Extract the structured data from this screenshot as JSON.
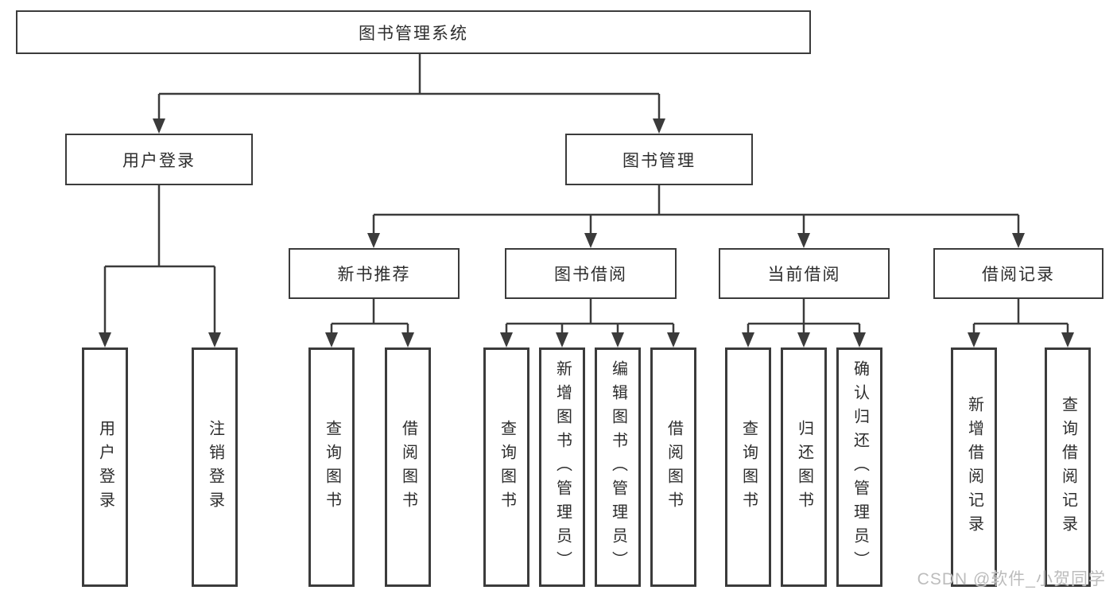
{
  "root": {
    "label": "图书管理系统"
  },
  "level2": {
    "user_login": {
      "label": "用户登录"
    },
    "book_management": {
      "label": "图书管理"
    }
  },
  "user_login_children": [
    {
      "label": "用户登录"
    },
    {
      "label": "注销登录"
    }
  ],
  "modules": [
    {
      "label": "新书推荐",
      "children": [
        {
          "label": "查询图书"
        },
        {
          "label": "借阅图书"
        }
      ]
    },
    {
      "label": "图书借阅",
      "children": [
        {
          "label": "查询图书"
        },
        {
          "label": "新增图书（管理员）"
        },
        {
          "label": "编辑图书（管理员）"
        },
        {
          "label": "借阅图书"
        }
      ]
    },
    {
      "label": "当前借阅",
      "children": [
        {
          "label": "查询图书"
        },
        {
          "label": "归还图书"
        },
        {
          "label": "确认归还（管理员）"
        }
      ]
    },
    {
      "label": "借阅记录",
      "children": [
        {
          "label": "新增借阅记录"
        },
        {
          "label": "查询借阅记录"
        }
      ]
    }
  ],
  "watermark": {
    "text": "CSDN @软件_小贺同学"
  },
  "colors": {
    "line": "#3b3b3b",
    "text": "#2d2d2d",
    "watermark": "#bcbcbc",
    "background": "#ffffff"
  }
}
